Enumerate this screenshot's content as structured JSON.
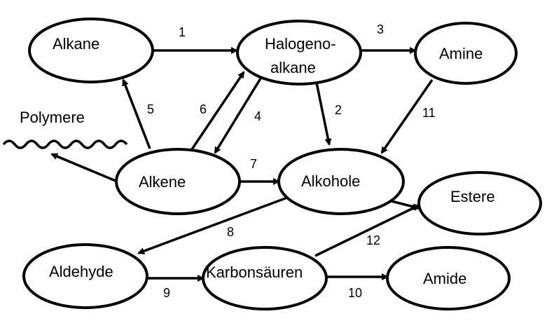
{
  "nodes": {
    "alkane": "Alkane",
    "halogenoalkane_1": "Halogeno-",
    "halogenoalkane_2": "alkane",
    "amine": "Amine",
    "alkene": "Alkene",
    "alkohole": "Alkohole",
    "estere": "Estere",
    "aldehyde": "Aldehyde",
    "karbonsaeuren": "Karbonsäuren",
    "amide": "Amide"
  },
  "free_labels": {
    "polymere": "Polymere"
  },
  "edges": {
    "e1": "1",
    "e2": "2",
    "e3": "3",
    "e4": "4",
    "e5": "5",
    "e6": "6",
    "e7": "7",
    "e8": "8",
    "e9": "9",
    "e10": "10",
    "e11": "11",
    "e12": "12"
  },
  "colors": {
    "stroke": "#000000",
    "background": "#ffffff"
  }
}
